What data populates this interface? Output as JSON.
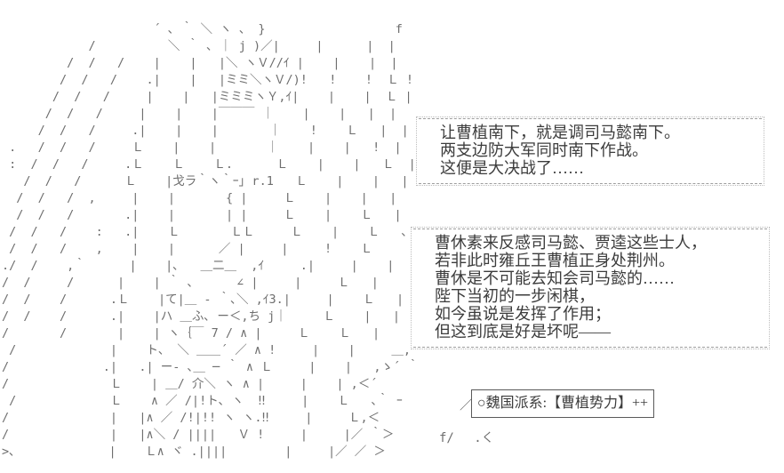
{
  "ascii_art": {
    "lines": [
      "                     ´ ､ ｀ ＼ ヽ 、 }                  f",
      "            /          ＼ ｀ ､ ｜ j )／|     |      |  |",
      "         /  /   /    |    |   |＼ ヽＶ//ｲ |    |    |  |",
      "        /  /   /    .|    |   |ミミ＼ヽＶ/)!   !    !  Ｌ !",
      "       /  /   /     |    |   |ミミミヽＹ,ｲ|    |    |  Ｌ |",
      "      /  /   /     |    |    |￣￣￣ ｜    |    |   |  |",
      "     /  /   /     .|    |    |       ｜    !    Ｌ   |  |",
      " .   /  /   /     Ｌ    |    |       ｜    |    |   !  |",
      " :  /  /   /     .Ｌ    Ｌ    Ｌ.      Ｌ    |    |   Ｌ  |",
      "   /  /   /      Ｌ    |戈ラ｀ヽ｀ｰ｣ r.1   Ｌ    |    |   |",
      "  /  /   /  ,     |    |       { |     Ｌ    |    |   |",
      "  /  /   /       .|    |       | |     Ｌ    |    Ｌ   |",
      " /  /   /    :   .|    Ｌ       ＬＬ     Ｌ    |    Ｌ   ､",
      " /  /   /    ,    |    |      ／ |     |     !    Ｌ",
      "./  /    ,｀      |    |､   ＿二＿  ,ｲ     .|     |    |",
      "/  /     /      |    | ｀ ､      ∠ |     |     Ｌ   |",
      "/  /    /      .Ｌ    |て|＿ - ｀､＼ ,ｲ3.|     |    Ｌ   |",
      "/  /    /      .|    |ハ ＿ふ､ ー＜,ち j｜     Ｌ    |   |",
      "/       /       |    | ヽ｛￣ 7 / ∧ |     Ｌ    Ｌ   |",
      " /             |    ト、 ＼ ＿＿´ ／ ∧ !     |    |     ＿,",
      "/             .|   .| ー- ､＿ ─ ｀ ∧ Ｌ     |    |   ,ゝ´ ｀",
      "/              Ｌ    | ＿/ 介＼ ヽ ∧ |     |    | ,＜´",
      " /             Ｌ    ∧ ／ /|!ト､ ヽ  ‼     |    Ｌ   ､｀ ｰ",
      "/              |   |∧ ／ /!|!! ヽ ヽ.‼     |     Ｌ,＜",
      "/              |   |∧＼ / ||||   Ｖ !     |     |／ ｀＞",
      ">､             |    Ｌ∧ ヾ .||||        |     |／ ／ ＞"
    ]
  },
  "dialogue_box_1": {
    "lines": [
      "让曹植南下，就是调司马懿南下。",
      "两支边防大军同时南下作战。",
      "这便是大决战了……"
    ]
  },
  "dialogue_box_2": {
    "lines": [
      "曹休素来反感司马懿、贾逵这些士人，",
      "若非此时雍丘王曹植正身处荆州。",
      "曹休是不可能去知会司马懿的……",
      "陛下当初的一步闲棋，",
      "如今虽说是发挥了作用；",
      "但这到底是好是坏呢——"
    ]
  },
  "name_box": {
    "text": "○魏国派系:【曹植势力】++"
  },
  "decor": {
    "slash_mark": "／",
    "stray_mark": "f/　 .く"
  },
  "colors": {
    "background": "#ffffff",
    "dialogue_text": "#3c3c3c",
    "ascii_art": "#6e6e6e",
    "name_box_border": "#5a5a5a",
    "dotted_border": "#bdbdbd",
    "dashed_border": "#9e9e9e"
  }
}
